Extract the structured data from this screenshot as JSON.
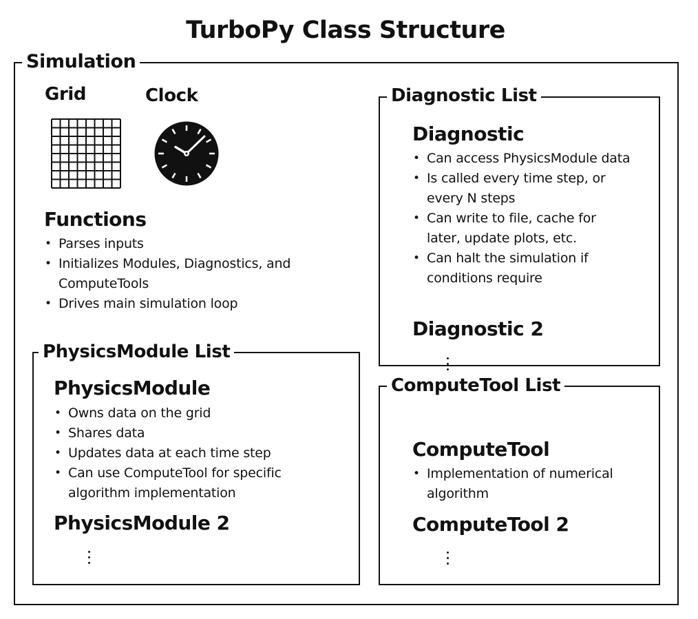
{
  "title": "TurboPy Class Structure",
  "colors": {
    "ink": "#111111",
    "background": "#ffffff"
  },
  "simulation": {
    "label": "Simulation",
    "grid": {
      "label": "Grid",
      "icon": "grid-icon",
      "rows": 8,
      "cols": 8
    },
    "clock": {
      "label": "Clock",
      "icon": "clock-icon"
    },
    "functions": {
      "heading": "Functions",
      "items": [
        "Parses inputs",
        "Initializes Modules, Diagnostics, and ComputeTools",
        "Drives main simulation loop"
      ]
    }
  },
  "physics_module_list": {
    "label": "PhysicsModule List",
    "first": {
      "heading": "PhysicsModule",
      "items": [
        "Owns data on the grid",
        "Shares data",
        "Updates data at each time step",
        "Can use ComputeTool for specific algorithm implementation"
      ]
    },
    "second": {
      "heading": "PhysicsModule 2"
    },
    "more_icon": "vertical-ellipsis-icon"
  },
  "diagnostic_list": {
    "label": "Diagnostic List",
    "first": {
      "heading": "Diagnostic",
      "items": [
        "Can access PhysicsModule data",
        "Is called every time step, or every N steps",
        "Can write to file, cache for later, update plots, etc.",
        "Can halt the simulation if conditions require"
      ]
    },
    "second": {
      "heading": "Diagnostic 2"
    },
    "more_icon": "vertical-ellipsis-icon"
  },
  "compute_tool_list": {
    "label": "ComputeTool List",
    "first": {
      "heading": "ComputeTool",
      "items": [
        "Implementation of numerical algorithm"
      ]
    },
    "second": {
      "heading": "ComputeTool 2"
    },
    "more_icon": "vertical-ellipsis-icon"
  }
}
